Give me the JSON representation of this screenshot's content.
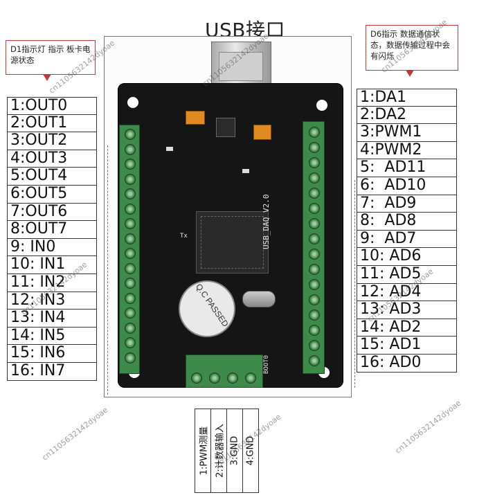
{
  "title": "USB接口",
  "callouts": {
    "left": "D1指示灯 指示 板卡电源状态",
    "right": "D6指示 数据通信状态，数据传输过程中会有闪烁"
  },
  "left_pins": [
    "1:OUT0",
    "2:OUT1",
    "3:OUT2",
    "4:OUT3",
    "5:OUT4",
    "6:OUT5",
    "7:OUT6",
    "8:OUT7",
    "9: IN0",
    "10: IN1",
    "11: IN2",
    "12: IN3",
    "13: IN4",
    "14: IN5",
    "15: IN6",
    "16: IN7"
  ],
  "right_pins": [
    "1:DA1",
    "2:DA2",
    "3:PWM1",
    "4:PWM2",
    "5:  AD11",
    "6:  AD10",
    "7:  AD9",
    "8:  AD8",
    "9:  AD7",
    "10: AD6",
    "11: AD5",
    "12: AD4",
    "13: AD3",
    "14: AD2",
    "15: AD1",
    "16: AD0"
  ],
  "bottom_pins": [
    "1:PWM测量",
    "2:计数器输入",
    "3:GND",
    "4:GND"
  ],
  "board_text": {
    "model": "USB_DAQ V2.0",
    "passed": "Q.C PASSED",
    "tx": "Tx",
    "boot": "BOOT0"
  },
  "watermark": "cn1105632142dyoae",
  "colors": {
    "callout_border": "#c03a3a",
    "board": "#151515",
    "terminal": "#3d8a4a"
  }
}
